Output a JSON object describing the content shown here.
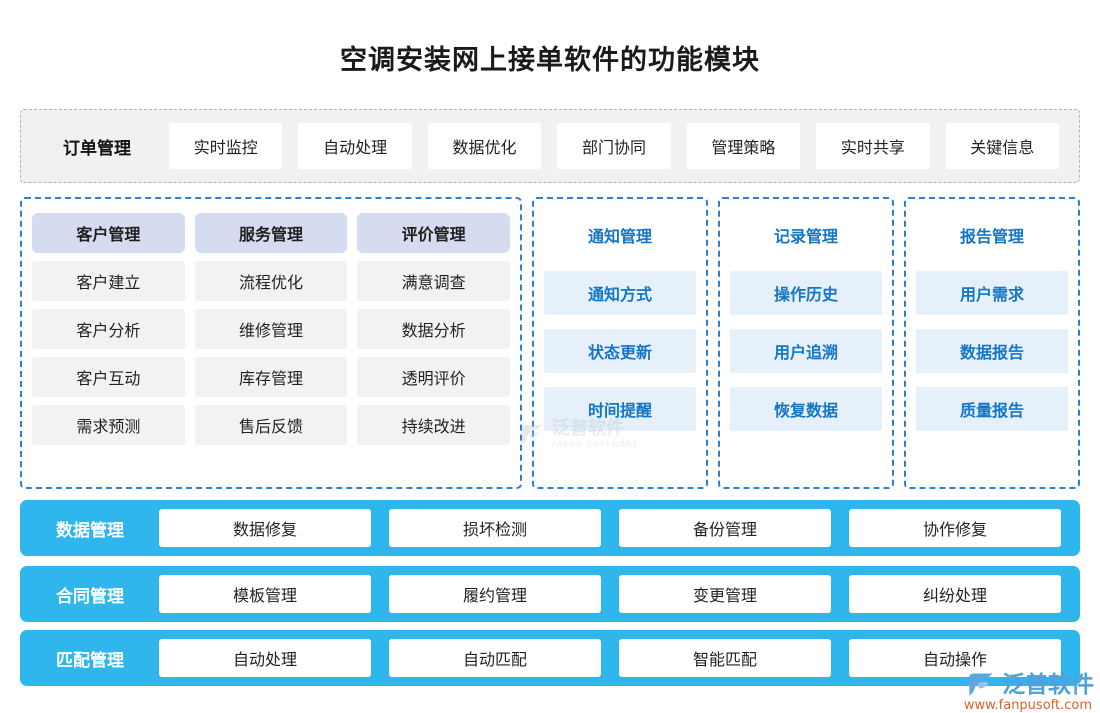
{
  "title": "空调安装网上接单软件的功能模块",
  "top_bar": {
    "label": "订单管理",
    "chips": [
      "实时监控",
      "自动处理",
      "数据优化",
      "部门协同",
      "管理策略",
      "实时共享",
      "关键信息"
    ]
  },
  "panels": [
    {
      "style": "grey",
      "columns": [
        {
          "head": "客户管理",
          "items": [
            "客户建立",
            "客户分析",
            "客户互动",
            "需求预测"
          ]
        },
        {
          "head": "服务管理",
          "items": [
            "流程优化",
            "维修管理",
            "库存管理",
            "售后反馈"
          ]
        },
        {
          "head": "评价管理",
          "items": [
            "满意调查",
            "数据分析",
            "透明评价",
            "持续改进"
          ]
        }
      ]
    },
    {
      "style": "blue",
      "columns": [
        {
          "head": "通知管理",
          "items": [
            "通知方式",
            "状态更新",
            "时间提醒"
          ]
        }
      ]
    },
    {
      "style": "blue",
      "columns": [
        {
          "head": "记录管理",
          "items": [
            "操作历史",
            "用户追溯",
            "恢复数据"
          ]
        }
      ]
    },
    {
      "style": "blue",
      "columns": [
        {
          "head": "报告管理",
          "items": [
            "用户需求",
            "数据报告",
            "质量报告"
          ]
        }
      ]
    }
  ],
  "blue_rows": [
    {
      "label": "数据管理",
      "chips": [
        "数据修复",
        "损坏检测",
        "备份管理",
        "协作修复"
      ]
    },
    {
      "label": "合同管理",
      "chips": [
        "模板管理",
        "履约管理",
        "变更管理",
        "纠纷处理"
      ]
    },
    {
      "label": "匹配管理",
      "chips": [
        "自动处理",
        "自动匹配",
        "智能匹配",
        "自动操作"
      ]
    }
  ],
  "watermarks": {
    "center_text": "泛普软件",
    "center_sub": "FANPU SOFTWARE",
    "corner_text": "泛普软件",
    "corner_url": "www.fanpusoft.com"
  },
  "colors": {
    "accent_blue": "#2fb6ec",
    "panel_border": "#2f7fd1",
    "head_lavender": "#d6dcf0",
    "item_grey": "#f2f2f4",
    "item_blue": "#e6f0fa",
    "blue_text": "#1476c6",
    "top_bar_bg": "#f1f1f1",
    "url_orange": "#d9622b"
  }
}
